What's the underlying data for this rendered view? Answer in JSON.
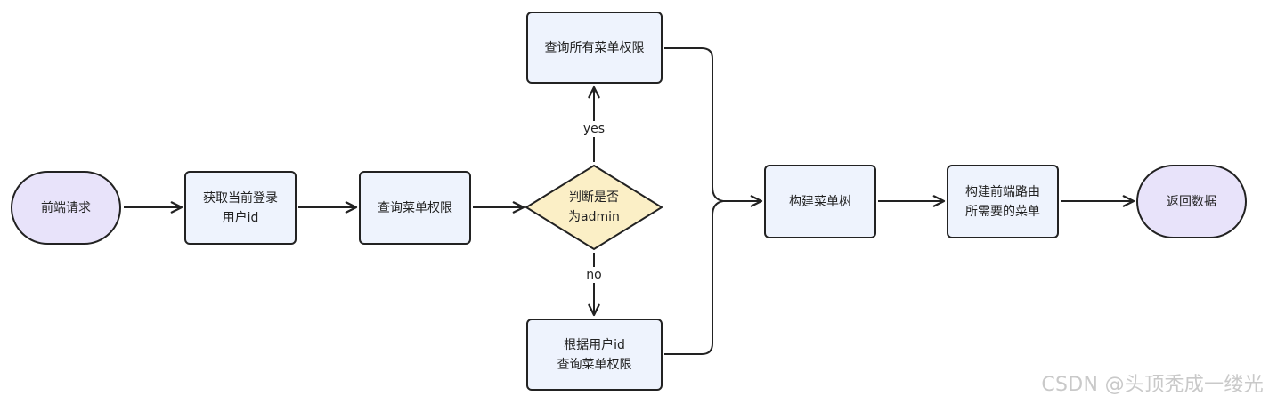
{
  "nodes": {
    "start": "前端请求",
    "get_user_id": "获取当前登录\n用户id",
    "query_menu_perm": "查询菜单权限",
    "decision": "判断是否\n为admin",
    "query_all_menu_perm": "查询所有菜单权限",
    "query_by_user_id": "根据用户id\n查询菜单权限",
    "build_menu_tree": "构建菜单树",
    "build_frontend_routes": "构建前端路由\n所需要的菜单",
    "end": "返回数据"
  },
  "edge_labels": {
    "yes": "yes",
    "no": "no"
  },
  "watermark": "CSDN @头顶秃成一缕光",
  "colors": {
    "rect_fill": "#eef3fd",
    "pill_fill": "#e8e3fa",
    "decision_fill": "#fbefc6",
    "stroke": "#222222"
  }
}
